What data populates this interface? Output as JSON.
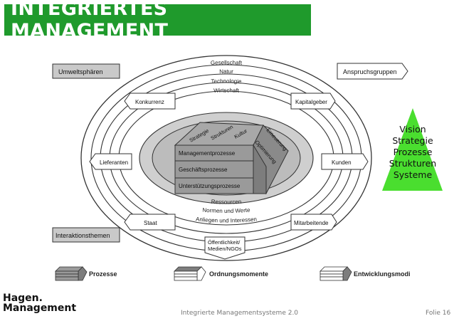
{
  "title": "INTEGRIERTES MANAGEMENT",
  "colors": {
    "title_bg": "#1f9a2c",
    "pyramid": "#4ade2f",
    "center_box": "#9a9a9a",
    "gray_label": "#c9c9c9"
  },
  "rings": [
    "Gesellschaft",
    "Natur",
    "Technologie",
    "Wirtschaft"
  ],
  "center": {
    "top_labels": [
      "Strategie",
      "Strukturen",
      "Kultur"
    ],
    "right_labels": [
      "Erneuerung",
      "Optimierung"
    ],
    "processes": [
      "Managementprozesse",
      "Geschäftsprozesse",
      "Unterstützungsprozesse"
    ]
  },
  "lower_arcs": [
    "Ressourcen",
    "Normen und Werte",
    "Anliegen und Interessen"
  ],
  "boxes": {
    "umweltsphaeren": "Umweltsphären",
    "anspruchsgruppen": "Anspruchsgruppen",
    "interaktionsthemen": "Interaktionsthemen",
    "konkurrenz": "Konkurrenz",
    "kapitalgeber": "Kapitalgeber",
    "lieferanten": "Lieferanten",
    "kunden": "Kunden",
    "staat": "Staat",
    "mitarbeitende": "Mitarbeitende",
    "oeffentlichkeit_line1": "Öffentlichkeit/",
    "oeffentlichkeit_line2": "Medien/NGOs"
  },
  "legend": [
    "Prozesse",
    "Ordnungsmomente",
    "Entwicklungsmodi"
  ],
  "pyramid_items": [
    "Vision",
    "Strategie",
    "Prozesse",
    "Strukturen",
    "Systeme"
  ],
  "brand": {
    "line1": "Hagen.",
    "line2": "Management"
  },
  "footer": {
    "center": "Integrierte Managementsysteme 2.0",
    "right": "Folie 16"
  }
}
